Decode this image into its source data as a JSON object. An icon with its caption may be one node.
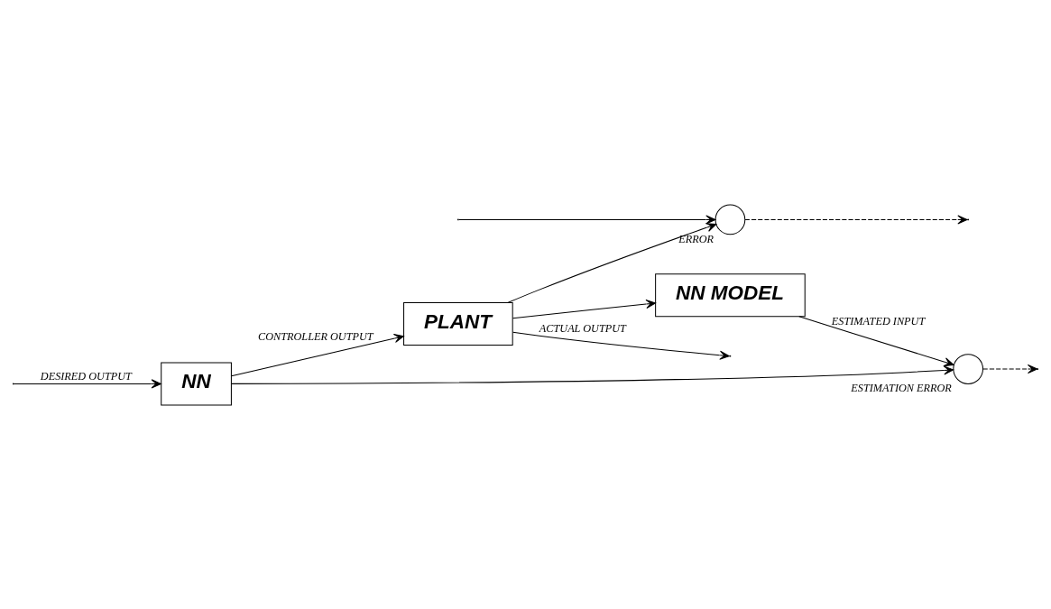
{
  "diagram": {
    "nodes": [
      {
        "text": [
          "NN"
        ]
      },
      {
        "text": [
          "PLANT"
        ]
      },
      {
        "text": [
          "NN MODEL"
        ]
      },
      {
        "text": [],
        "shape": "circle",
        "beside": [
          "ESTIMATION ERROR"
        ]
      },
      {
        "text": [],
        "shape": "circle",
        "beside": [
          "ERROR"
        ]
      }
    ],
    "edges": [
      {
        "from": null,
        "to": 0,
        "arrow": "to",
        "label": "DESIRED OUTPUT"
      },
      {
        "from": 0,
        "to": 1,
        "arrow": "to",
        "label": "CONTROLLER OUTPUT"
      },
      {
        "from": 0,
        "to": 3,
        "arrow": "to"
      },
      {
        "from": 1,
        "to": null,
        "arrow": "to",
        "label": "ACTUAL OUTPUT"
      },
      {
        "from": 1,
        "to": 2,
        "arrow": "to"
      },
      {
        "from": 1,
        "to": 4,
        "arrow": "to"
      },
      {
        "from": 2,
        "to": 3,
        "arrow": "to",
        "label": "ESTIMATED INPUT"
      },
      {
        "from": null,
        "to": 4,
        "arrow": "to"
      },
      {
        "from": 3,
        "to": null,
        "arrow": "to",
        "style": "dashed"
      },
      {
        "from": 4,
        "to": null,
        "arrow": "to",
        "style": "dashed"
      }
    ]
  }
}
